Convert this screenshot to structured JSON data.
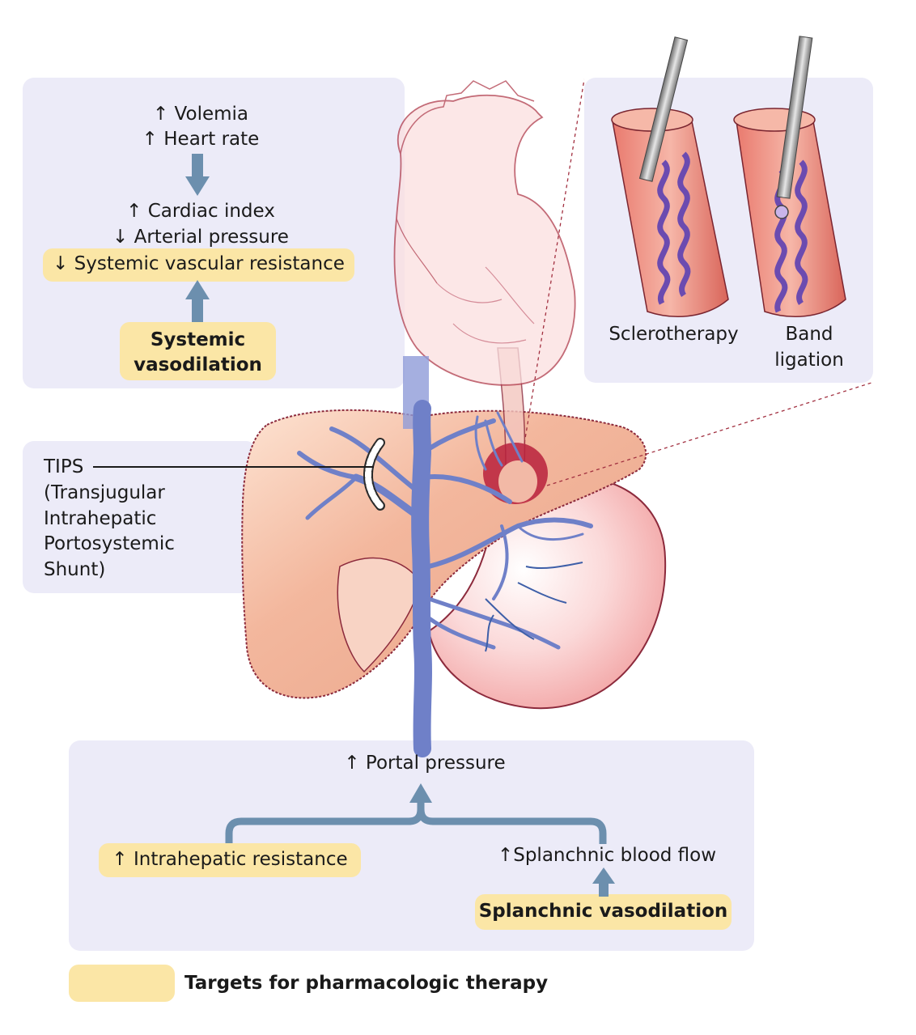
{
  "colors": {
    "panel": "#ecebf8",
    "highlight": "#fbe6a6",
    "arrow": "#6c8fae",
    "vein": "#7f8fcf",
    "liver": "#f3b9a0",
    "stomach": "#f6c4c4",
    "outline": "#8c2a3c"
  },
  "systemic": {
    "line1": "↑ Volemia",
    "line2": "↑ Heart rate",
    "line3": "↑ Cardiac index",
    "line4": "↓ Arterial pressure",
    "line5": "↓ Systemic vascular resistance",
    "box_line1": "Systemic",
    "box_line2": "vasodilation"
  },
  "endoscopy": {
    "left_label": "Sclerotherapy",
    "right_label_line1": "Band",
    "right_label_line2": "ligation"
  },
  "tips": {
    "line1": "TIPS",
    "line2": "(Transjugular",
    "line3": "Intrahepatic",
    "line4": "Portosystemic",
    "line5": "Shunt)"
  },
  "portal": {
    "title": "↑ Portal pressure",
    "left": "↑ Intrahepatic resistance",
    "right": "↑Splanchnic blood flow",
    "right_box": "Splanchnic vasodilation"
  },
  "legend": {
    "label": "Targets for pharmacologic therapy"
  }
}
